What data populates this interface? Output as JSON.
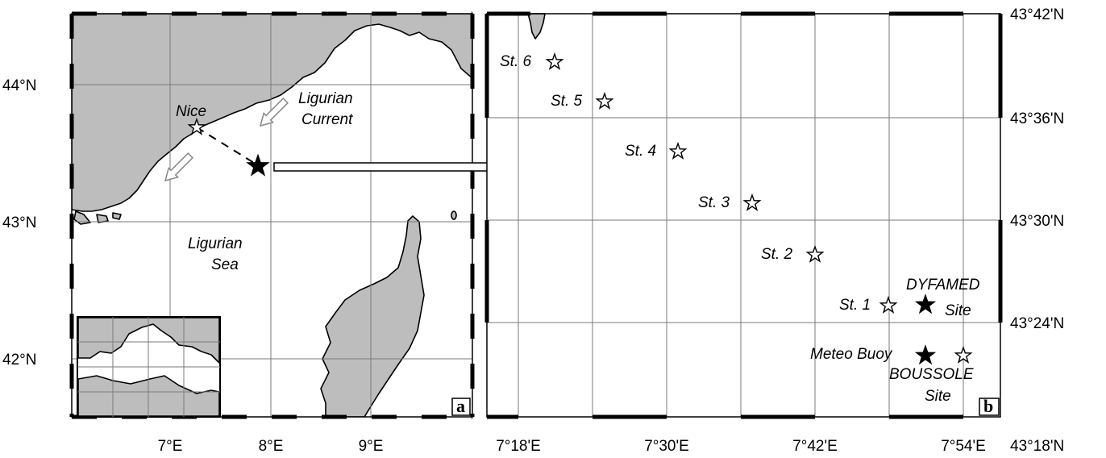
{
  "panel_a": {
    "label": "a",
    "lon_ticks": [
      "7°E",
      "8°E",
      "9°E"
    ],
    "lat_ticks": [
      "44°N",
      "43°N",
      "42°N"
    ],
    "labels": {
      "nice": "Nice",
      "current_line1": "Ligurian",
      "current_line2": "Current",
      "sea_line1": "Ligurian",
      "sea_line2": "Sea"
    }
  },
  "panel_b": {
    "label": "b",
    "lon_ticks": [
      "7°18'E",
      "7°30'E",
      "7°42'E",
      "7°54'E"
    ],
    "lat_ticks": [
      "43°42'N",
      "43°36'N",
      "43°30'N",
      "43°24'N",
      "43°18'N"
    ],
    "stations": [
      "St. 6",
      "St. 5",
      "St. 4",
      "St. 3",
      "St. 2",
      "St. 1"
    ],
    "sites": {
      "dyfamed_line1": "DYFAMED",
      "dyfamed_line2": "Site",
      "buoy": "Meteo Buoy",
      "boussole_line1": "BOUSSOLE",
      "boussole_line2": "Site"
    }
  }
}
